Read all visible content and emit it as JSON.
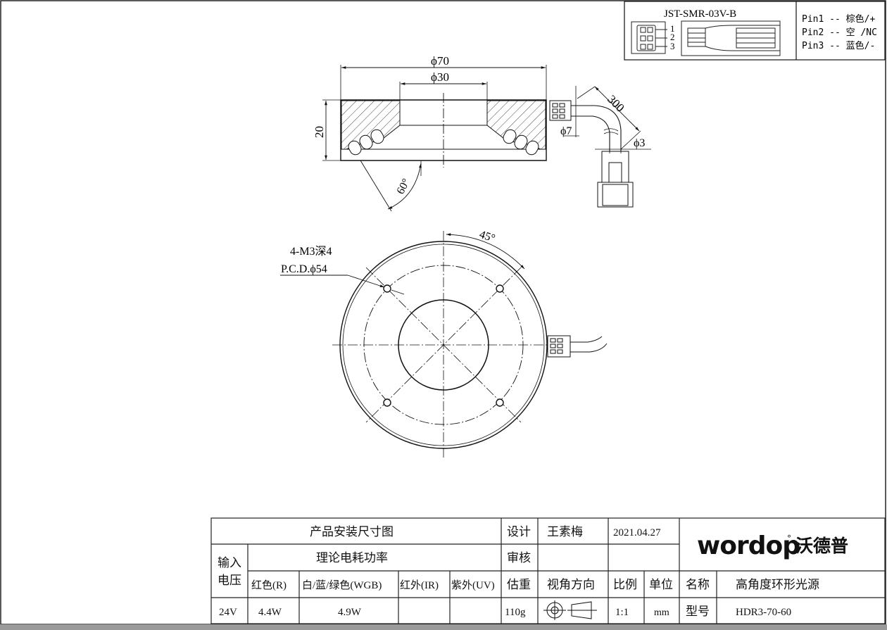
{
  "connector": {
    "model": "JST-SMR-03V-B",
    "pin_numbers": [
      "1",
      "2",
      "3"
    ],
    "pins": [
      "Pin1 -- 棕色/+",
      "Pin2 -- 空 /NC",
      "Pin3 -- 蓝色/-"
    ]
  },
  "side_view": {
    "outer_diameter": "ϕ70",
    "inner_diameter": "ϕ30",
    "height": "20",
    "cable_length": "300",
    "cable_diameter": "ϕ7",
    "wire_diameter": "ϕ3",
    "angle": "60°"
  },
  "front_view": {
    "thread_spec": "4-M3深4",
    "pcd": "P.C.D.ϕ54",
    "angle": "45°"
  },
  "title_block": {
    "title": "产品安装尺寸图",
    "design_label": "设计",
    "designer": "王素梅",
    "date": "2021.04.27",
    "review_label": "审核",
    "input_voltage_label": [
      "输入",
      "电压"
    ],
    "power_label": "理论电耗功率",
    "red_label": "红色(R)",
    "wgb_label": "白/蓝/绿色(WGB)",
    "ir_label": "红外(IR)",
    "uv_label": "紫外(UV)",
    "weight_label": "估重",
    "view_dir_label": "视角方向",
    "scale_label": "比例",
    "unit_label": "单位",
    "name_label": "名称",
    "product_name": "高角度环形光源",
    "voltage": "24V",
    "red_power": "4.4W",
    "wgb_power": "4.9W",
    "ir_power": "",
    "uv_power": "",
    "weight": "110g",
    "scale": "1:1",
    "unit": "mm",
    "model_label": "型号",
    "model": "HDR3-70-60",
    "logo_text": "wordop",
    "logo_cn": "沃德普"
  }
}
